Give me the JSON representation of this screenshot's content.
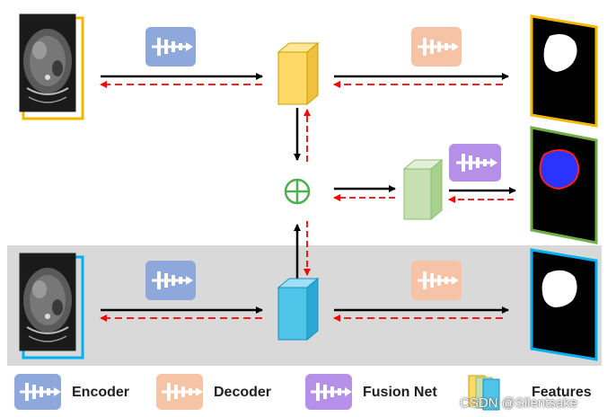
{
  "legend": {
    "encoder_label": "Encoder",
    "decoder_label": "Decoder",
    "fusion_label": "Fusion Net",
    "features_label": "Features"
  },
  "watermark": "CSDN @Silentsake",
  "colors": {
    "encoder": "#8fa8dc",
    "decoder": "#f6c3a6",
    "fusion": "#b58fe8",
    "features_yellow": "#ffd966",
    "features_green": "#c6e0b4",
    "features_blue": "#4fc3e8",
    "panel_bg": "#d9d9d9",
    "frame_top": "#f5b800",
    "frame_mid": "#70ad47",
    "frame_bottom": "#00b0f0",
    "arrow_backward": "#ff0000"
  }
}
